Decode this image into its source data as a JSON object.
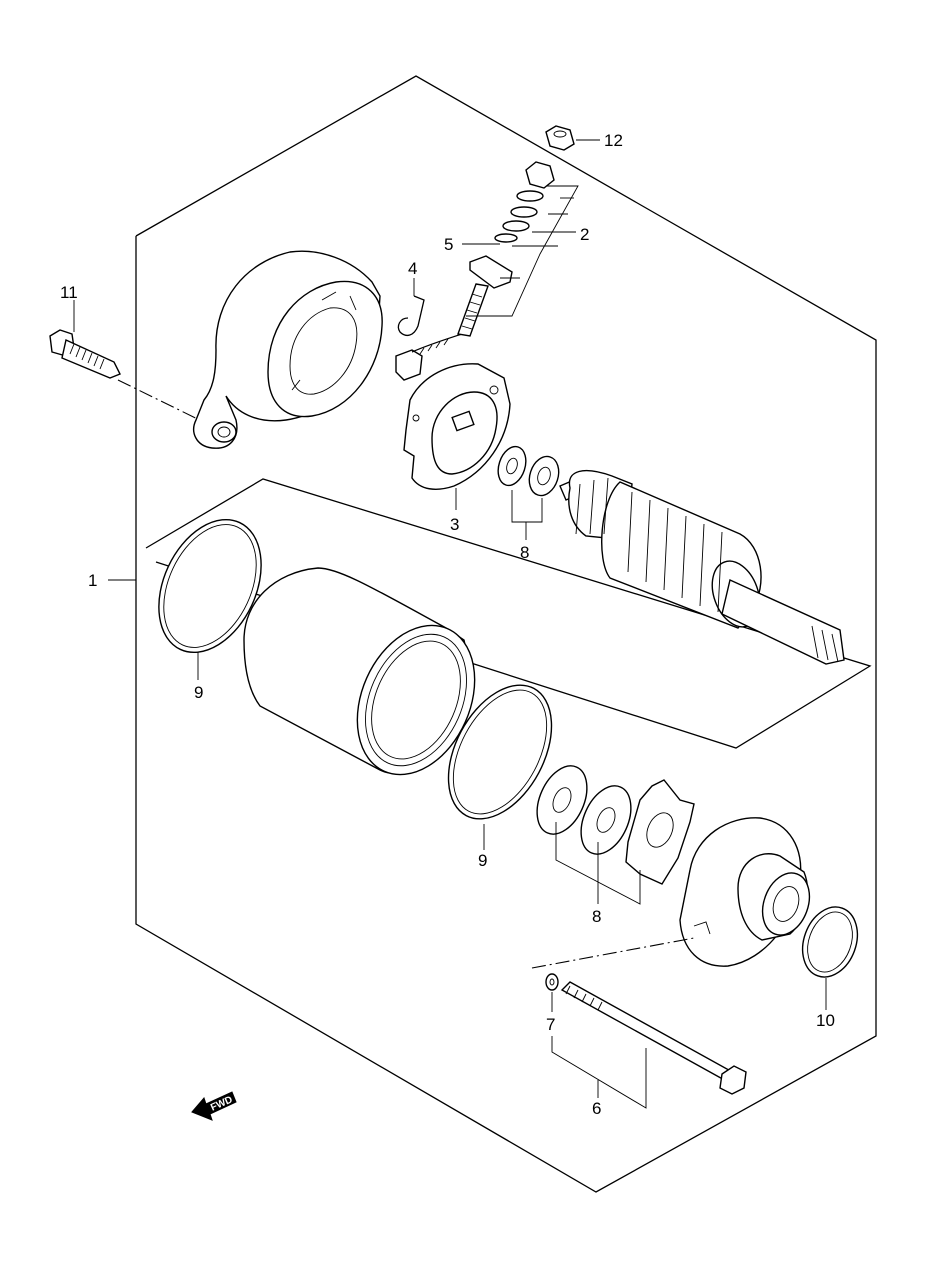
{
  "diagram": {
    "callouts": {
      "c1": "1",
      "c2": "2",
      "c3": "3",
      "c4": "4",
      "c5": "5",
      "c6": "6",
      "c7": "7",
      "c8a": "8",
      "c8b": "8",
      "c9a": "9",
      "c9b": "9",
      "c10": "10",
      "c11": "11",
      "c12": "12"
    },
    "fwd_label": "FWD",
    "fwd_icon": "forward-arrow-icon",
    "colors": {
      "line": "#000000",
      "background": "#ffffff"
    }
  }
}
